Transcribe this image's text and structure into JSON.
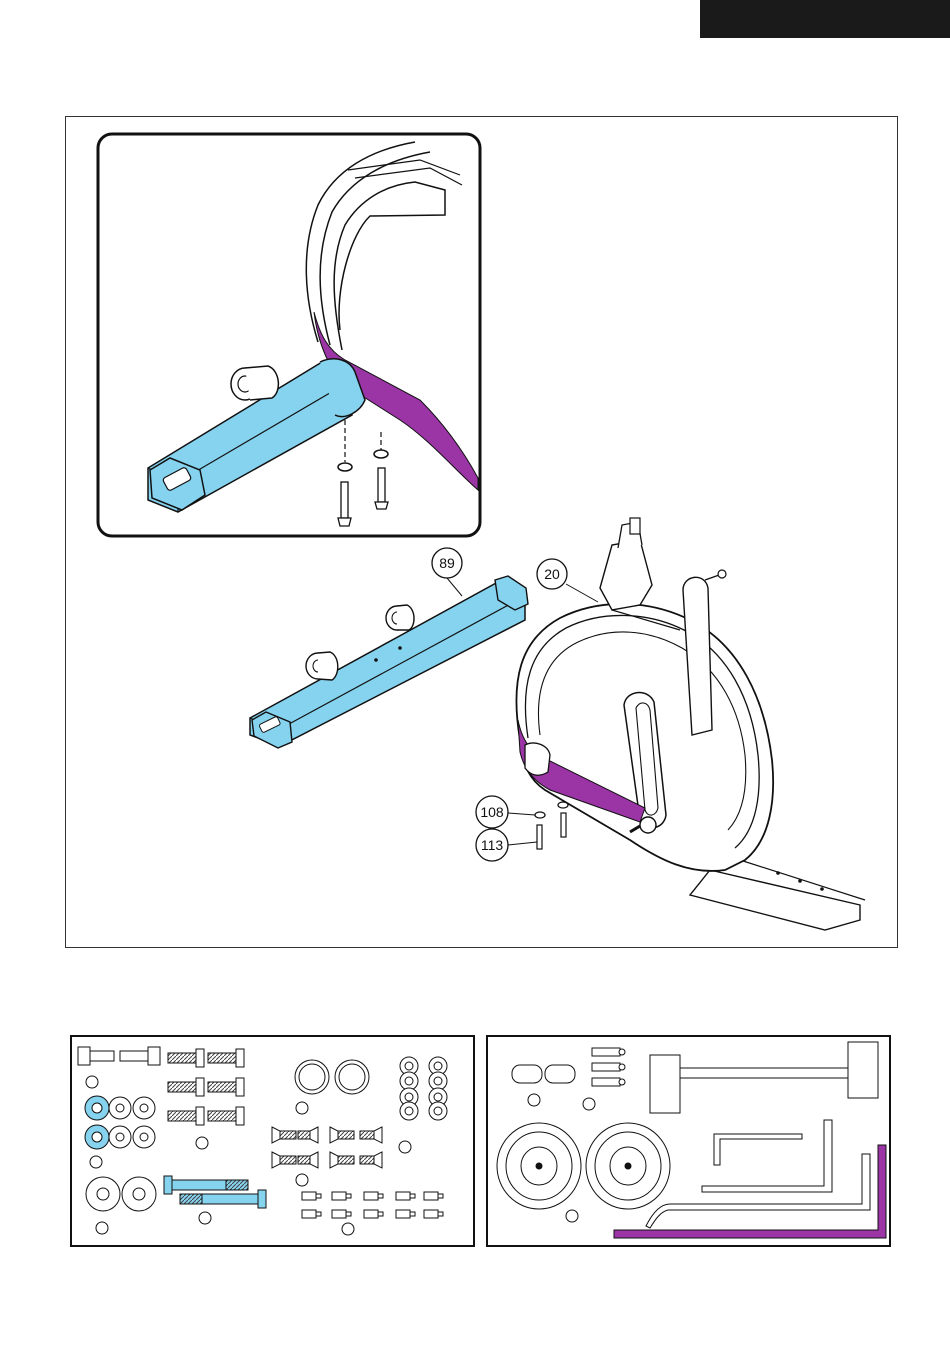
{
  "colors": {
    "accent_blue": "#86d3ef",
    "accent_purple": "#9b35a6",
    "line": "#111111",
    "header_tab": "#1a1a1a"
  },
  "callouts": {
    "rear_stabilizer": "89",
    "main_frame": "20",
    "washer": "108",
    "bolt": "113"
  }
}
